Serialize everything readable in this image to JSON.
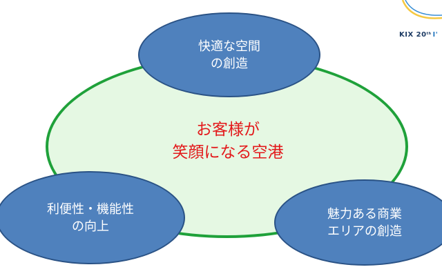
{
  "center": {
    "line1": "お客様が",
    "line2": "笑顔になる空港"
  },
  "top_circle": {
    "line1": "快適な空間",
    "line2": "の創造"
  },
  "left_circle": {
    "line1": "利便性・機能性",
    "line2": "の向上"
  },
  "right_circle": {
    "line1": "魅力ある商業",
    "line2": "エリアの創造"
  },
  "logo": {
    "text": "KIX 20",
    "suffix": "th",
    "tail": "I'"
  },
  "colors": {
    "ellipse_fill": "#e5f8e3",
    "ellipse_border": "#1fa13a",
    "circle_fill": "#4f81bd",
    "circle_border": "#2a5285",
    "center_text": "#e3191b",
    "logo_arc": "#f5c842"
  }
}
